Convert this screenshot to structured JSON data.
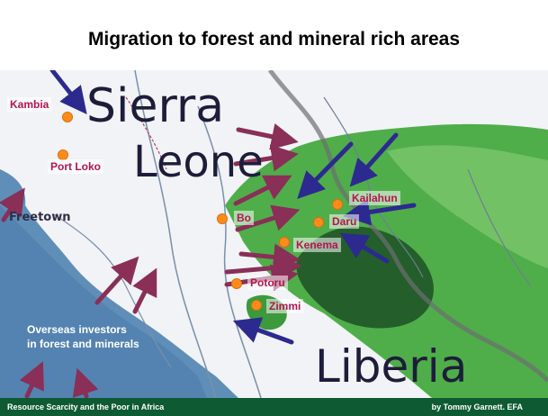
{
  "title": "Migration to forest and mineral rich areas",
  "map_labels": {
    "sierra": "Sierra",
    "leone": "Leone",
    "liberia": "Liberia",
    "freetown": "Freetown"
  },
  "towns": {
    "kambia": "Kambia",
    "port_loko": "Port Loko",
    "bo": "Bo",
    "kailahun": "Kailahun",
    "daru": "Daru",
    "kenema": "Kenema",
    "potoru": "Potoru",
    "zimmi": "Zimmi"
  },
  "annotation": {
    "line1": "Overseas investors",
    "line2": "in forest and minerals"
  },
  "footer": {
    "left": "Resource Scarcity and the Poor in Africa",
    "right": "by Tommy Garnett. EFA"
  },
  "colors": {
    "town_label": "#b3154f",
    "town_dot": "#ff8c1a",
    "arrow_internal": "#8a2f57",
    "arrow_overseas": "#2c2a8f",
    "footer_bg": "#0e5a33"
  }
}
